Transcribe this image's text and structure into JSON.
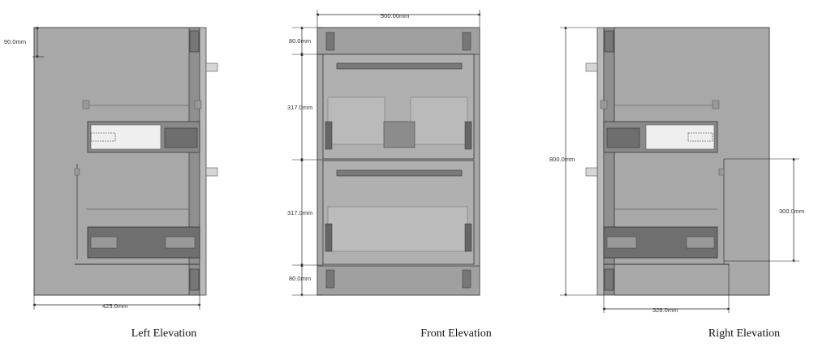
{
  "views": {
    "left": {
      "caption": "Left Elevation"
    },
    "front": {
      "caption": "Front Elevation"
    },
    "right": {
      "caption": "Right Elevation"
    }
  },
  "dimensions": {
    "left_top_offset": "90.0mm",
    "left_depth": "425.0mm",
    "front_width": "500.00mm",
    "front_top_rail": "80.0mm",
    "front_drawer_upper": "317.0mm",
    "front_drawer_lower": "317.0mm",
    "front_bottom_rail": "80.0mm",
    "right_height": "800.0mm",
    "right_depth": "326.0mm",
    "right_drawer_height": "300.0mm"
  },
  "colors": {
    "panel": "#a7a7a7",
    "panel_dark": "#8e8e8e",
    "line": "#3a3a3a",
    "dim_line": "#222222",
    "drawer_dark": "#6f6f6f"
  }
}
